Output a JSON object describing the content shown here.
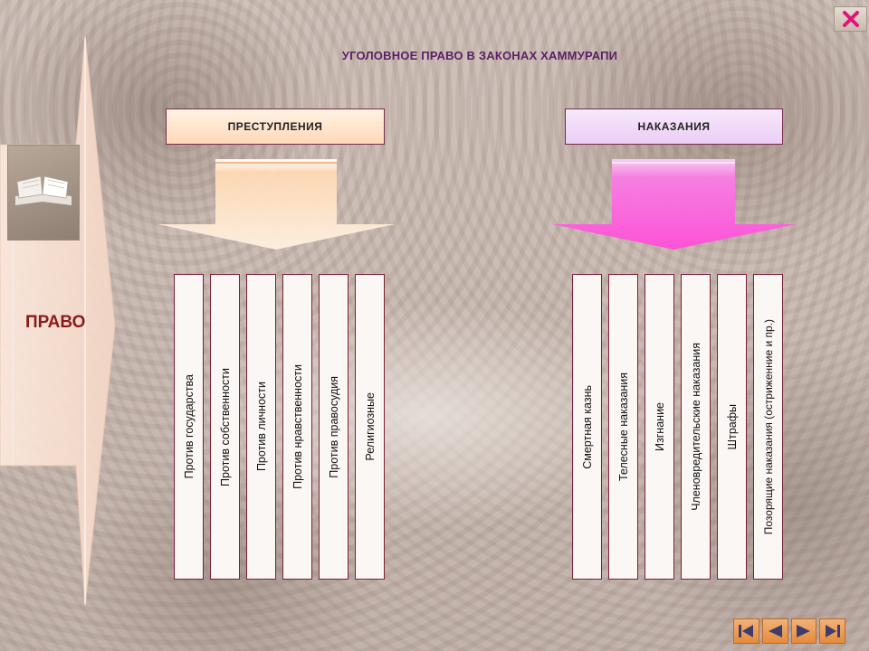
{
  "title": "УГОЛОВНОЕ ПРАВО В ЗАКОНАХ ХАММУРАПИ",
  "side_label": "ПРАВО",
  "crimes": {
    "header": "ПРЕСТУПЛЕНИЯ",
    "items": [
      "Против государства",
      "Против собственности",
      "Против личности",
      "Против нравственности",
      "Против правосудия",
      "Религиозные"
    ]
  },
  "punishments": {
    "header": "НАКАЗАНИЯ",
    "items": [
      "Смертная казнь",
      "Телесные наказания",
      "Изгнание",
      "Членовредительские наказания",
      "Штрафы",
      "Позорящие наказания (остриженние и пр.)"
    ]
  },
  "colors": {
    "title": "#5a1f66",
    "side_label": "#8b1a1a",
    "crimes_arrow": "#ffd2a6",
    "punish_arrow": "#f56ee0",
    "close_icon": "#e0157a",
    "nav": "#e58b3c"
  },
  "icons": {
    "close": "close-icon",
    "book": "open-book-icon",
    "nav": [
      "first-slide-icon",
      "previous-slide-icon",
      "next-slide-icon",
      "last-slide-icon"
    ]
  }
}
